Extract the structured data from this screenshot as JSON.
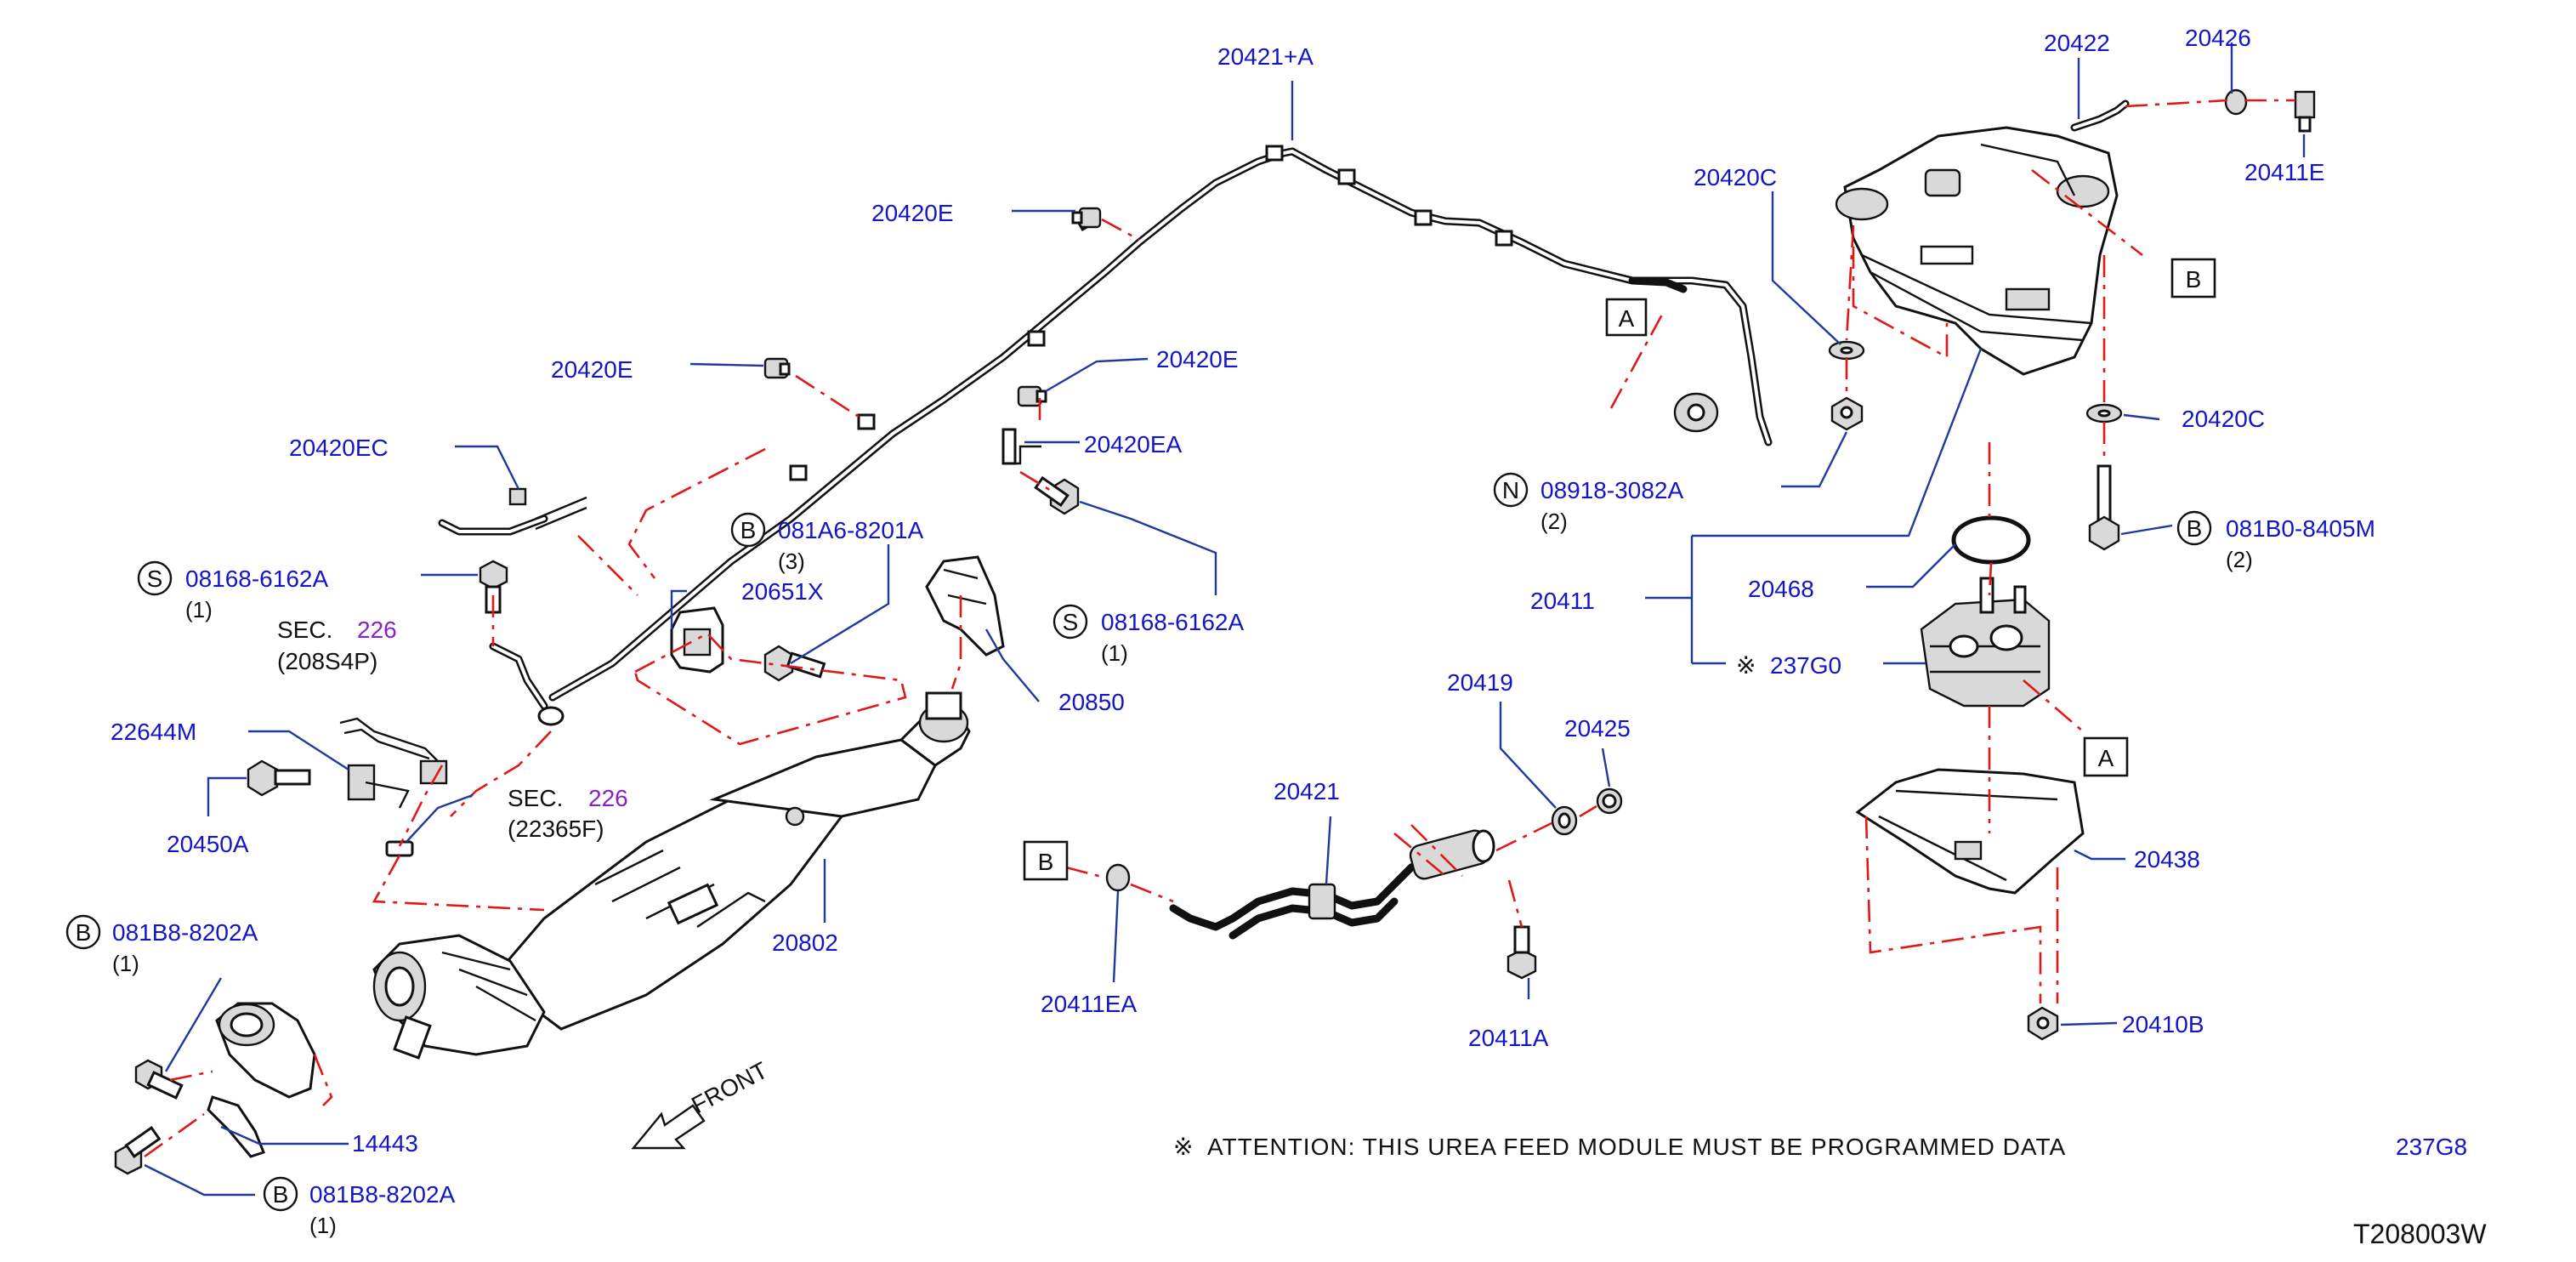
{
  "diagram": {
    "code": "T208003W",
    "front_label": "FRONT",
    "attention": {
      "symbol": "※",
      "text": "ATTENTION:  THIS  UREA  FEED  MODULE  MUST  BE  PROGRAMMED  DATA",
      "code": "237G8"
    },
    "section_refs": [
      {
        "sec": "SEC.",
        "num": "226",
        "sub": "(208S4P)"
      },
      {
        "sec": "SEC.",
        "num": "226",
        "sub": "(22365F)"
      }
    ],
    "callouts": [
      "A",
      "A",
      "B",
      "B"
    ],
    "parts": [
      {
        "id": "20421+A"
      },
      {
        "id": "20420E"
      },
      {
        "id": "20420E"
      },
      {
        "id": "20420E"
      },
      {
        "id": "20420EC"
      },
      {
        "id": "20420EA"
      },
      {
        "id": "08168-6162A",
        "prefix": "S",
        "qty": "(1)"
      },
      {
        "id": "08168-6162A",
        "prefix": "S",
        "qty": "(1)"
      },
      {
        "id": "081A6-8201A",
        "prefix": "B",
        "qty": "(3)"
      },
      {
        "id": "20651X"
      },
      {
        "id": "20850"
      },
      {
        "id": "22644M"
      },
      {
        "id": "20450A"
      },
      {
        "id": "081B8-8202A",
        "prefix": "B",
        "qty": "(1)"
      },
      {
        "id": "081B8-8202A",
        "prefix": "B",
        "qty": "(1)"
      },
      {
        "id": "14443"
      },
      {
        "id": "20802"
      },
      {
        "id": "20421"
      },
      {
        "id": "20411EA"
      },
      {
        "id": "20419"
      },
      {
        "id": "20425"
      },
      {
        "id": "20411A"
      },
      {
        "id": "20422"
      },
      {
        "id": "20426"
      },
      {
        "id": "20411E"
      },
      {
        "id": "20420C"
      },
      {
        "id": "20420C"
      },
      {
        "id": "08918-3082A",
        "prefix": "N",
        "qty": "(2)"
      },
      {
        "id": "081B0-8405M",
        "prefix": "B",
        "qty": "(2)"
      },
      {
        "id": "20411"
      },
      {
        "id": "20468"
      },
      {
        "id": "237G0",
        "prefix": "※"
      },
      {
        "id": "20438"
      },
      {
        "id": "20410B"
      }
    ]
  }
}
